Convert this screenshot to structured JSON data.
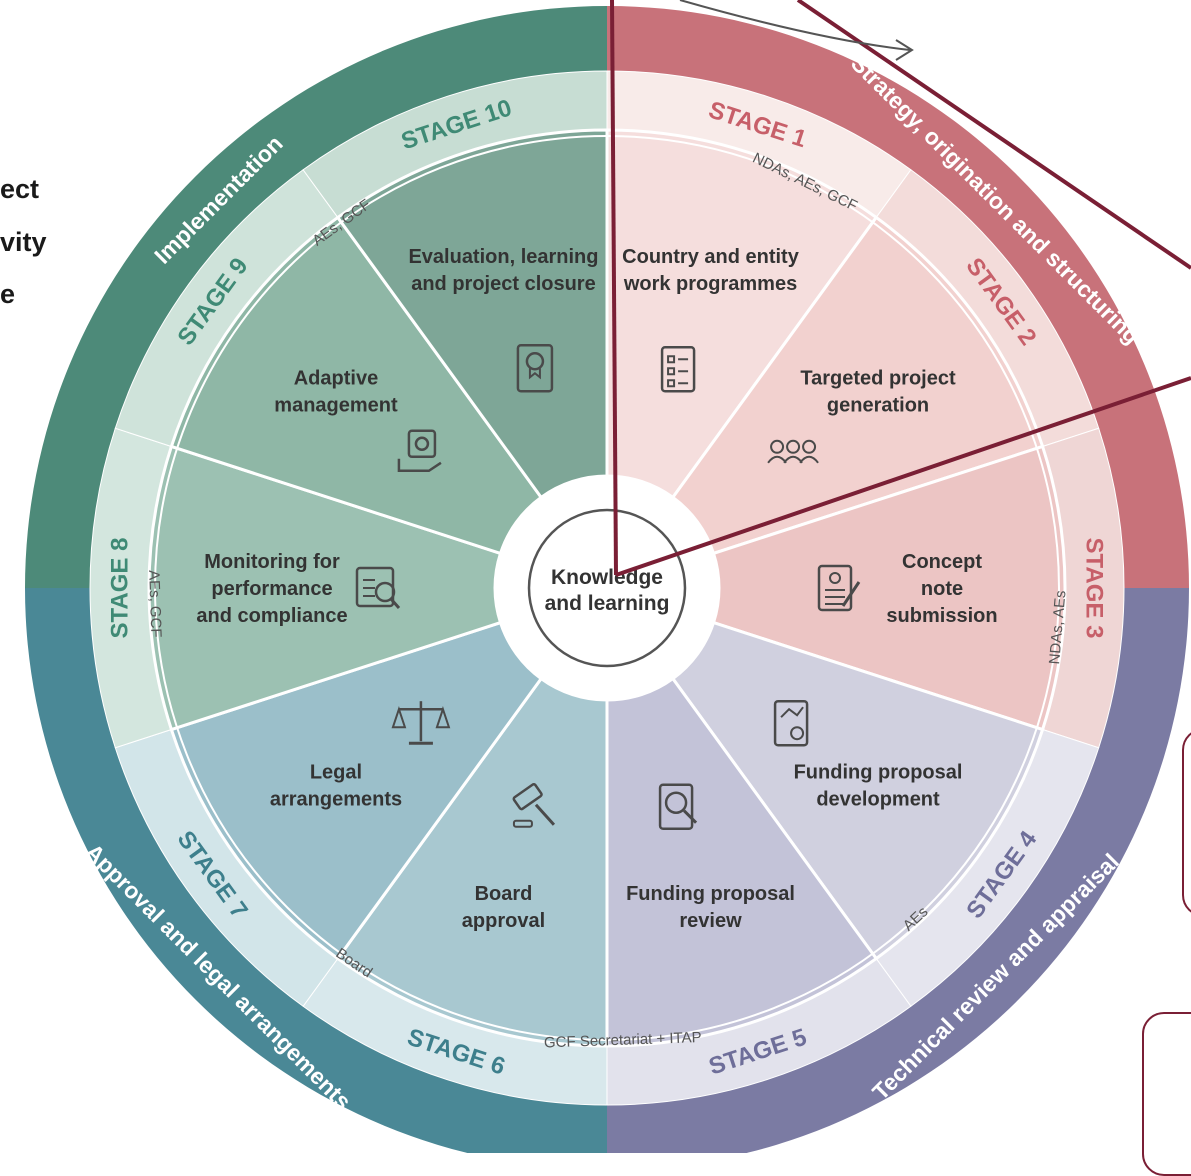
{
  "side_text": [
    "ect",
    "vity",
    "e"
  ],
  "center": {
    "line1": "Knowledge",
    "line2": "and learning"
  },
  "phases": [
    {
      "label": "Strategy, origination and structuring",
      "color": "#c8727a"
    },
    {
      "label": "Technical review and appraisal",
      "color": "#7b7ba3"
    },
    {
      "label": "Approval and legal arrangements",
      "color": "#4a8896"
    },
    {
      "label": "Implementation",
      "color": "#4d8a79"
    }
  ],
  "roles": [
    "NDAs, AEs, GCF",
    "NDAs, AEs",
    "AEs",
    "GCF Secretariat + ITAP",
    "Board",
    "AEs, GCF",
    "AEs, GCF"
  ],
  "stages": [
    {
      "label": "STAGE 1",
      "title": [
        "Country and entity",
        "work programmes"
      ],
      "icon": "checklist-icon",
      "fill": "#f5dedd",
      "ring": "#f8ebe9",
      "text": "#c75f69"
    },
    {
      "label": "STAGE 2",
      "title": [
        "Targeted project",
        "generation"
      ],
      "icon": "team-gear-icon",
      "fill": "#f2d1cf",
      "ring": "#f3dcda",
      "text": "#c75f69"
    },
    {
      "label": "STAGE 3",
      "title": [
        "Concept",
        "note",
        "submission"
      ],
      "icon": "document-pen-icon",
      "fill": "#ecc5c4",
      "ring": "#efd6d5",
      "text": "#c75f69"
    },
    {
      "label": "STAGE 4",
      "title": [
        "Funding proposal",
        "development"
      ],
      "icon": "report-chart-icon",
      "fill": "#d0d0df",
      "ring": "#e5e5ee",
      "text": "#6e6e99"
    },
    {
      "label": "STAGE 5",
      "title": [
        "Funding proposal",
        "review"
      ],
      "icon": "review-magnifier-icon",
      "fill": "#c3c3d8",
      "ring": "#e2e2ec",
      "text": "#6e6e99"
    },
    {
      "label": "STAGE 6",
      "title": [
        "Board",
        "approval"
      ],
      "icon": "gavel-icon",
      "fill": "#a8c8d0",
      "ring": "#d8e8ec",
      "text": "#3d7f8c"
    },
    {
      "label": "STAGE 7",
      "title": [
        "Legal",
        "arrangements"
      ],
      "icon": "scales-icon",
      "fill": "#9bbfca",
      "ring": "#d2e5e9",
      "text": "#3d7f8c"
    },
    {
      "label": "STAGE 8",
      "title": [
        "Monitoring for",
        "performance",
        "and compliance"
      ],
      "icon": "monitor-magnifier-icon",
      "fill": "#9cc1b2",
      "ring": "#d3e6de",
      "text": "#3f8a75"
    },
    {
      "label": "STAGE 9",
      "title": [
        "Adaptive",
        "management"
      ],
      "icon": "hand-gear-icon",
      "fill": "#8fb7a6",
      "ring": "#cfe3da",
      "text": "#3f8a75"
    },
    {
      "label": "STAGE 10",
      "title": [
        "Evaluation, learning",
        "and project closure"
      ],
      "icon": "certificate-book-icon",
      "fill": "#7ea697",
      "ring": "#c7ddd3",
      "text": "#3f8a75"
    }
  ],
  "colors": {
    "overlay": "#7a1f35",
    "divider": "#ffffff"
  }
}
